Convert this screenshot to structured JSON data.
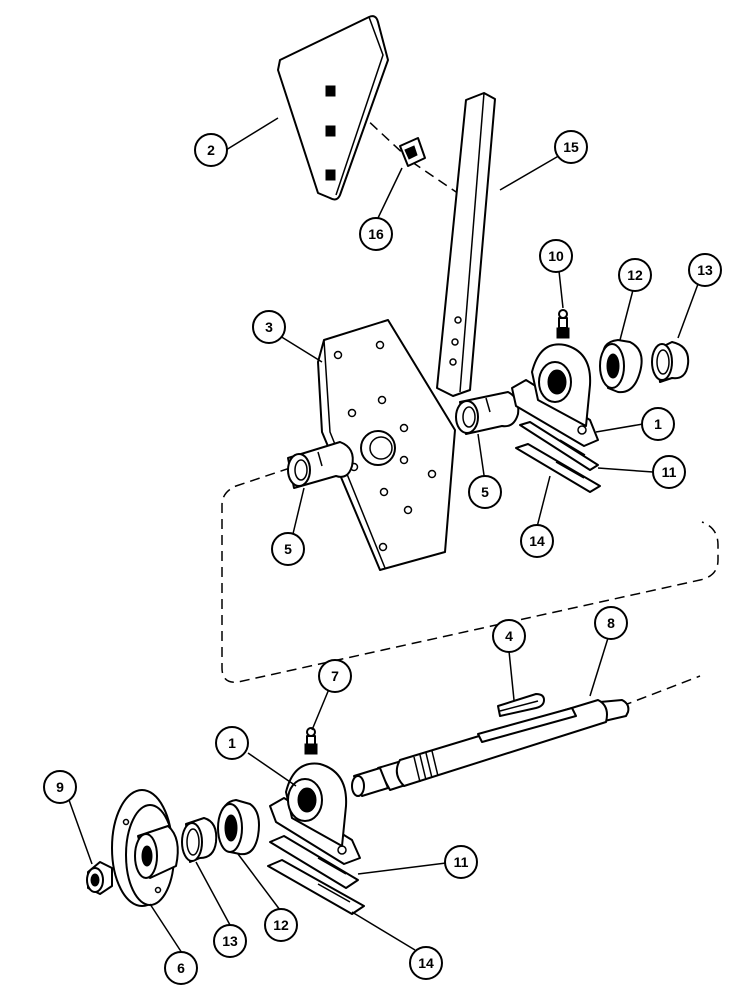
{
  "callouts": [
    {
      "id": "c2",
      "label": "2"
    },
    {
      "id": "c16",
      "label": "16"
    },
    {
      "id": "c15",
      "label": "15"
    },
    {
      "id": "c10",
      "label": "10"
    },
    {
      "id": "c12a",
      "label": "12"
    },
    {
      "id": "c13a",
      "label": "13"
    },
    {
      "id": "c3",
      "label": "3"
    },
    {
      "id": "c1a",
      "label": "1"
    },
    {
      "id": "c11a",
      "label": "11"
    },
    {
      "id": "c5a",
      "label": "5"
    },
    {
      "id": "c5b",
      "label": "5"
    },
    {
      "id": "c14a",
      "label": "14"
    },
    {
      "id": "c4",
      "label": "4"
    },
    {
      "id": "c8",
      "label": "8"
    },
    {
      "id": "c7",
      "label": "7"
    },
    {
      "id": "c1b",
      "label": "1"
    },
    {
      "id": "c9",
      "label": "9"
    },
    {
      "id": "c11b",
      "label": "11"
    },
    {
      "id": "c6",
      "label": "6"
    },
    {
      "id": "c13b",
      "label": "13"
    },
    {
      "id": "c12b",
      "label": "12"
    },
    {
      "id": "c14b",
      "label": "14"
    }
  ]
}
